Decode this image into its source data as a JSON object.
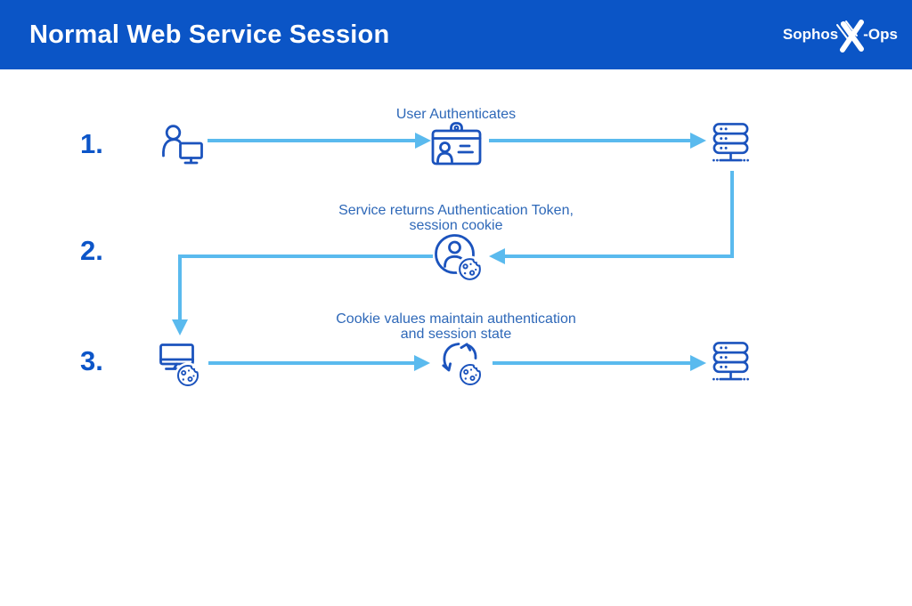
{
  "header": {
    "title": "Normal Web Service Session",
    "logo": {
      "prefix": "Sophos",
      "x_mark": "X",
      "suffix": "-Ops"
    }
  },
  "colors": {
    "header_bg": "#0B55C6",
    "title_text": "#FFFFFF",
    "step_number": "#0C55C8",
    "icon_stroke": "#1B53BD",
    "label_text": "#2E68B8",
    "arrow": "#5ABAEE",
    "background": "#FFFFFF"
  },
  "diagram": {
    "steps": [
      {
        "number": "1.",
        "label_line1": "User Authenticates",
        "icons": [
          "user-at-computer",
          "id-badge",
          "server"
        ]
      },
      {
        "number": "2.",
        "label_line1": "Service returns Authentication Token,",
        "label_line2": "session cookie",
        "icons": [
          "server",
          "user-token-cookie"
        ]
      },
      {
        "number": "3.",
        "label_line1": "Cookie values maintain authentication",
        "label_line2": "and session state",
        "icons": [
          "monitor-cookie",
          "refresh-cookie",
          "server"
        ]
      }
    ]
  }
}
